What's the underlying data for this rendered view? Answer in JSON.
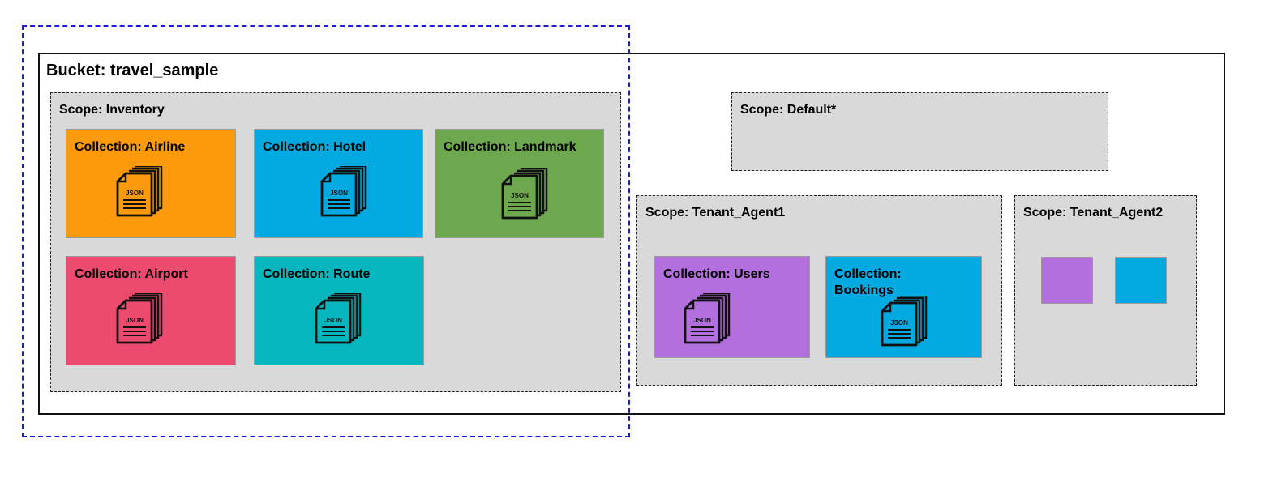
{
  "bucket": {
    "label": "Bucket: travel_sample"
  },
  "scopes": {
    "inventory": {
      "label": "Scope: Inventory"
    },
    "default": {
      "label": "Scope: Default*"
    },
    "tenant1": {
      "label": "Scope: Tenant_Agent1"
    },
    "tenant2": {
      "label": "Scope: Tenant_Agent2"
    }
  },
  "collections": {
    "airline": {
      "label": "Collection: Airline",
      "color": "#fb9b0b"
    },
    "hotel": {
      "label": "Collection: Hotel",
      "color": "#02aae1"
    },
    "landmark": {
      "label": "Collection: Landmark",
      "color": "#6ea84e"
    },
    "airport": {
      "label": "Collection: Airport",
      "color": "#ec4a6f"
    },
    "route": {
      "label": "Collection: Route",
      "color": "#06b6bf"
    },
    "users": {
      "label": "Collection: Users",
      "color": "#b36fdd"
    },
    "bookings": {
      "label": "Collection: Bookings",
      "color": "#02aae1"
    }
  },
  "empty_collections": [
    {
      "color": "#b36fdd"
    },
    {
      "color": "#02aae1"
    }
  ],
  "icon": {
    "name": "json-documents-icon",
    "text": "JSON"
  },
  "highlight_color": "#1a1ae0"
}
